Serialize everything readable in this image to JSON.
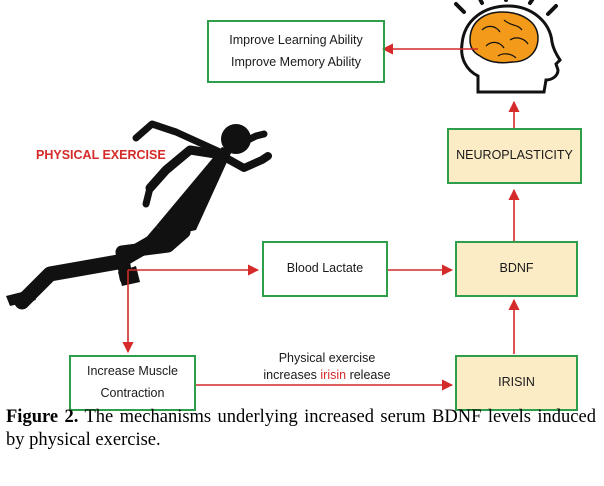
{
  "diagram": {
    "physical_exercise": "PHYSICAL EXERCISE",
    "improve": {
      "line1": "Improve Learning Ability",
      "line2": "Improve Memory Ability"
    },
    "neuroplasticity": "NEUROPLASTICITY",
    "blood_lactate": "Blood Lactate",
    "bdnf": "BDNF",
    "muscle": {
      "line1": "Increase Muscle",
      "line2": "Contraction"
    },
    "irisin_box": "IRISIN",
    "annotation": {
      "line1": "Physical exercise",
      "line2_pre": "increases ",
      "line2_highlight": "irisin",
      "line2_post": " release"
    }
  },
  "caption": {
    "label": "Figure 2.",
    "text": " The mechanisms underlying increased serum BDNF levels induced by physical exercise."
  },
  "colors": {
    "arrow": "#d42a2a",
    "box_border": "#2e9e4a",
    "box_fill": "#fbecc6",
    "brain": "#f39a1a"
  }
}
